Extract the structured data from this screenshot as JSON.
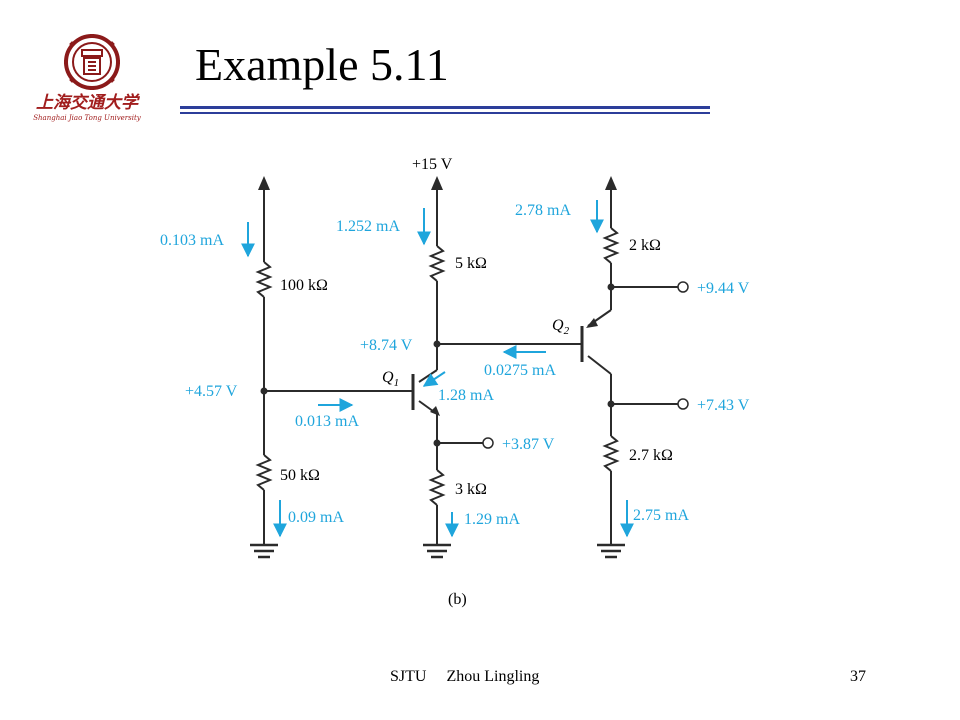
{
  "slide": {
    "title": "Example 5.11",
    "footer_left": "SJTU     Zhou Lingling",
    "page_number": "37"
  },
  "logo": {
    "chinese": "上海交通大学",
    "english": "Shanghai Jiao Tong University"
  },
  "circuit": {
    "supply": "+15 V",
    "caption": "(b)",
    "resistors": {
      "r100k": "100 kΩ",
      "r50k": "50 kΩ",
      "r5k": "5 kΩ",
      "r3k": "3 kΩ",
      "r2k": "2 kΩ",
      "r2_7k": "2.7 kΩ"
    },
    "transistors": {
      "q1": "Q",
      "q1_sub": "1",
      "q2": "Q",
      "q2_sub": "2"
    },
    "voltages": {
      "base_q1": "+4.57 V",
      "collector_q1": "+8.74 V",
      "emitter_q1": "+3.87 V",
      "emitter_q2": "+9.44 V",
      "collector_q2": "+7.43 V"
    },
    "currents": {
      "i_100k": "0.103 mA",
      "i_5k": "1.252 mA",
      "i_2k": "2.78 mA",
      "i_base_q2": "0.0275 mA",
      "i_emitter_q1": "1.28 mA",
      "i_base_q1": "0.013 mA",
      "i_50k": "0.09 mA",
      "i_3k": "1.29 mA",
      "i_2_7k": "2.75 mA"
    },
    "colors": {
      "wire": "#2b2b2b",
      "current": "#1fa5dc",
      "rule": "#2c3e9a"
    }
  }
}
